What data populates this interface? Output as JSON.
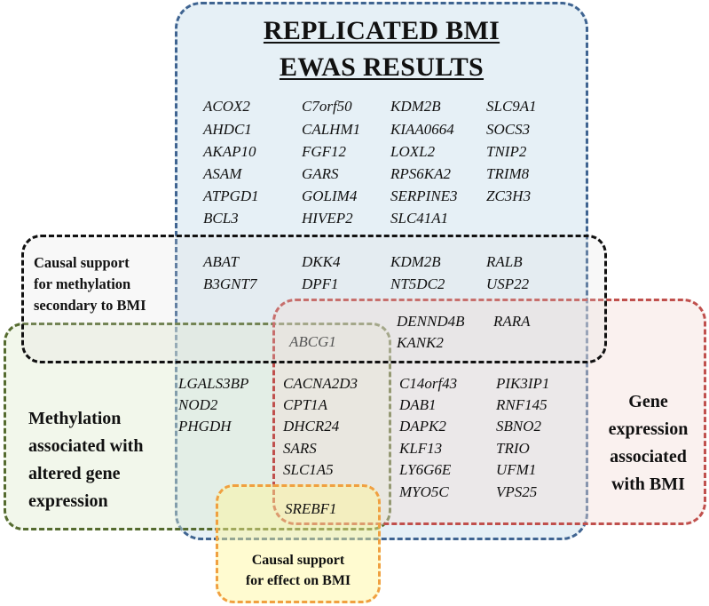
{
  "title": {
    "line1": "REPLICATED BMI",
    "line2": "EWAS RESULTS"
  },
  "labels": {
    "causal_methylation": [
      "Causal support",
      "for methylation",
      "secondary to BMI"
    ],
    "methylation_expression": [
      "Methylation",
      "associated with",
      "altered gene",
      "expression"
    ],
    "gene_expression": [
      "Gene",
      "expression",
      "associated",
      "with BMI"
    ],
    "causal_bmi": [
      "Causal support",
      "for effect on BMI"
    ]
  },
  "colors": {
    "ewas_border": "#3f6491",
    "methylation_expression_border": "#556b2f",
    "gene_expression_border": "#c0504d",
    "causal_methylation_border": "#111111",
    "causal_bmi_border": "#f0a040"
  },
  "genes": {
    "ewas_only": {
      "col1": [
        "ACOX2",
        "AHDC1",
        "AKAP10",
        "ASAM",
        "ATPGD1",
        "BCL3"
      ],
      "col2": [
        "C7orf50",
        "CALHM1",
        "FGF12",
        "GARS",
        "GOLIM4",
        "HIVEP2"
      ],
      "col3": [
        "KDM2B",
        "KIAA0664",
        "LOXL2",
        "RPS6KA2",
        "SERPINE3",
        "SLC41A1"
      ],
      "col4": [
        "SLC9A1",
        "SOCS3",
        "TNIP2",
        "TRIM8",
        "ZC3H3"
      ]
    },
    "ewas_causal": {
      "col1": [
        "ABAT",
        "B3GNT7"
      ],
      "col2": [
        "DKK4",
        "DPF1"
      ],
      "col3": [
        "KDM2B",
        "NT5DC2"
      ],
      "col4": [
        "RALB",
        "USP22"
      ]
    },
    "causal_gene_expression": {
      "col1": [
        "DENND4B",
        "KANK2"
      ],
      "col2": [
        "RARA"
      ]
    },
    "causal_all_overlap": [
      "ABCG1"
    ],
    "ewas_methylation_expression": [
      "LGALS3BP",
      "NOD2",
      "PHGDH"
    ],
    "methylation_and_gene_expression": [
      "CACNA2D3",
      "CPT1A",
      "DHCR24",
      "SARS",
      "SLC1A5"
    ],
    "gene_expression_only": {
      "col1": [
        "C14orf43",
        "DAB1",
        "DAPK2",
        "KLF13",
        "LY6G6E",
        "MYO5C"
      ],
      "col2": [
        "PIK3IP1",
        "RNF145",
        "SBNO2",
        "TRIO",
        "UFM1",
        "VPS25"
      ]
    },
    "causal_bmi": [
      "SREBF1"
    ]
  }
}
